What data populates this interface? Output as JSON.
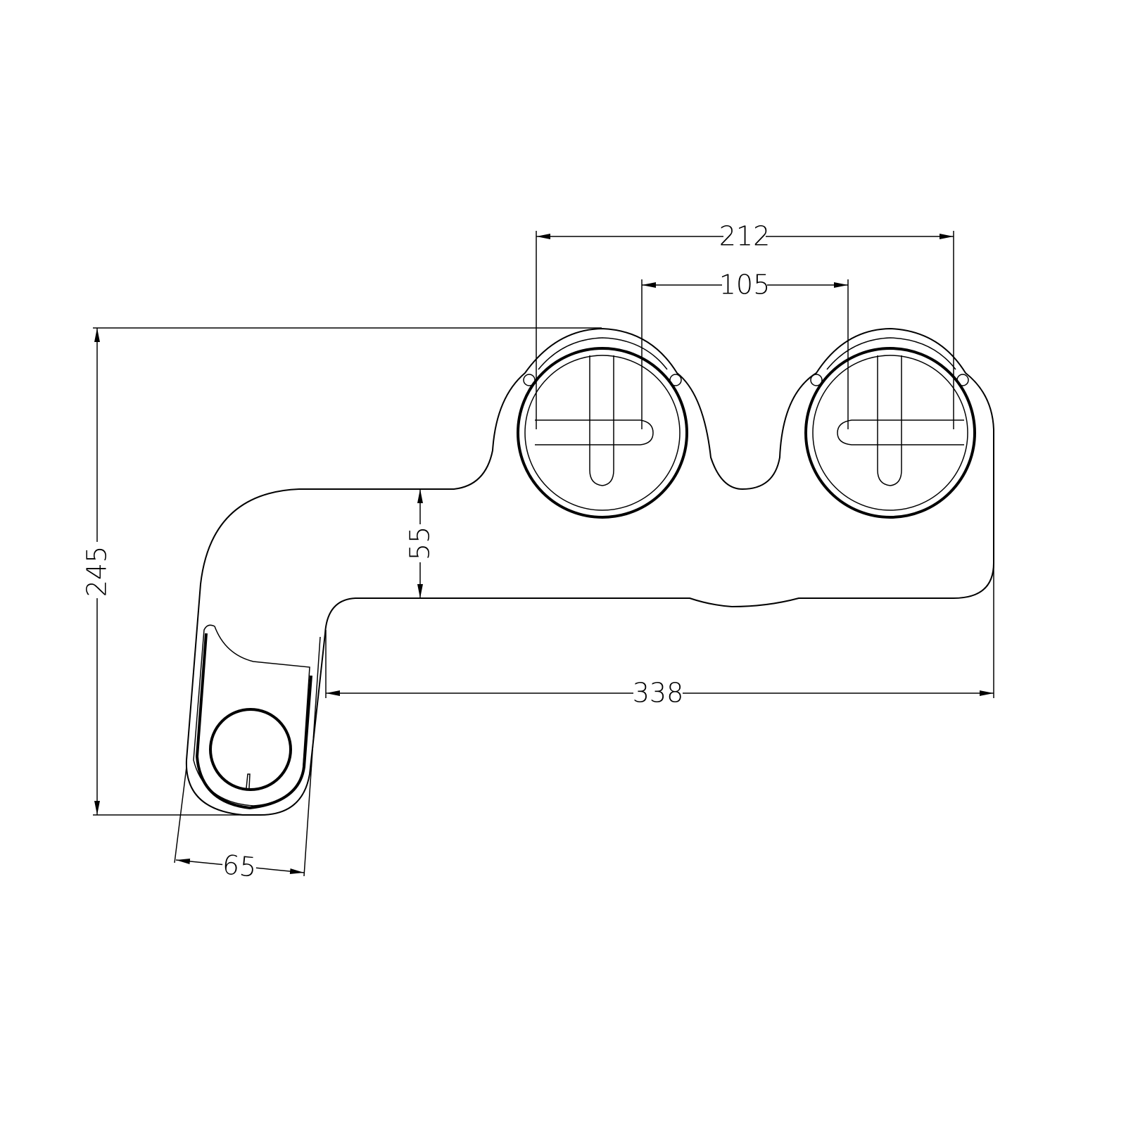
{
  "drawing": {
    "dimensions": {
      "knob_outer_span": "212",
      "knob_center_span": "105",
      "overall_height": "245",
      "arm_width": "55",
      "overall_length": "338",
      "nozzle_width": "65"
    },
    "line_color": "#000000",
    "background": "#ffffff"
  }
}
